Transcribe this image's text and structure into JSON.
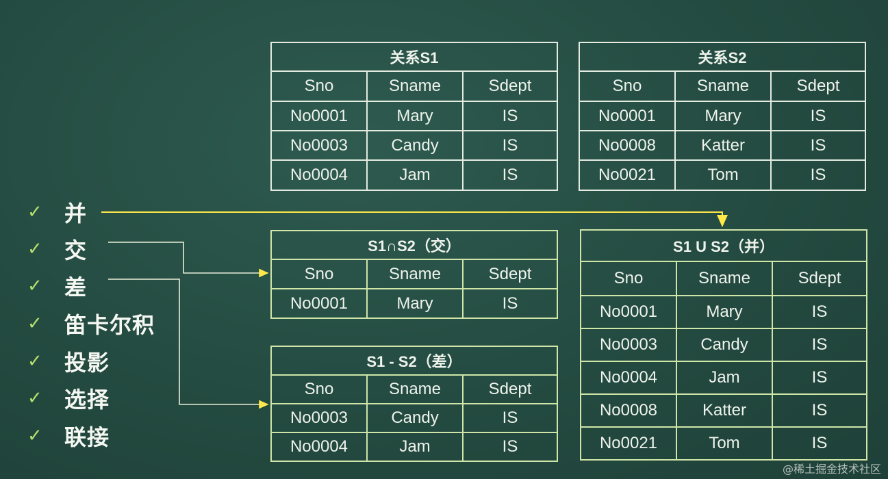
{
  "checklist": [
    {
      "icon": "checkmark-icon",
      "label": "并"
    },
    {
      "icon": "checkmark-icon",
      "label": "交"
    },
    {
      "icon": "checkmark-icon",
      "label": "差"
    },
    {
      "icon": "checkmark-icon",
      "label": "笛卡尔积"
    },
    {
      "icon": "checkmark-icon",
      "label": "投影"
    },
    {
      "icon": "checkmark-icon",
      "label": "选择"
    },
    {
      "icon": "checkmark-icon",
      "label": "联接"
    }
  ],
  "check_glyph": "✓",
  "columns": [
    "Sno",
    "Sname",
    "Sdept"
  ],
  "tables": {
    "s1": {
      "title": "关系S1",
      "rows": [
        [
          "No0001",
          "Mary",
          "IS"
        ],
        [
          "No0003",
          "Candy",
          "IS"
        ],
        [
          "No0004",
          "Jam",
          "IS"
        ]
      ]
    },
    "s2": {
      "title": "关系S2",
      "rows": [
        [
          "No0001",
          "Mary",
          "IS"
        ],
        [
          "No0008",
          "Katter",
          "IS"
        ],
        [
          "No0021",
          "Tom",
          "IS"
        ]
      ]
    },
    "intersect": {
      "title": "S1∩S2（交）",
      "rows": [
        [
          "No0001",
          "Mary",
          "IS"
        ]
      ]
    },
    "difference": {
      "title": "S1 - S2（差）",
      "rows": [
        [
          "No0003",
          "Candy",
          "IS"
        ],
        [
          "No0004",
          "Jam",
          "IS"
        ]
      ]
    },
    "union": {
      "title": "S1 U S2（并）",
      "rows": [
        [
          "No0001",
          "Mary",
          "IS"
        ],
        [
          "No0003",
          "Candy",
          "IS"
        ],
        [
          "No0004",
          "Jam",
          "IS"
        ],
        [
          "No0008",
          "Katter",
          "IS"
        ],
        [
          "No0021",
          "Tom",
          "IS"
        ]
      ]
    }
  },
  "colors": {
    "arrow": "#ffe94a",
    "check": "#b8e16e",
    "board": "#244b41"
  },
  "watermark": "@稀土掘金技术社区"
}
